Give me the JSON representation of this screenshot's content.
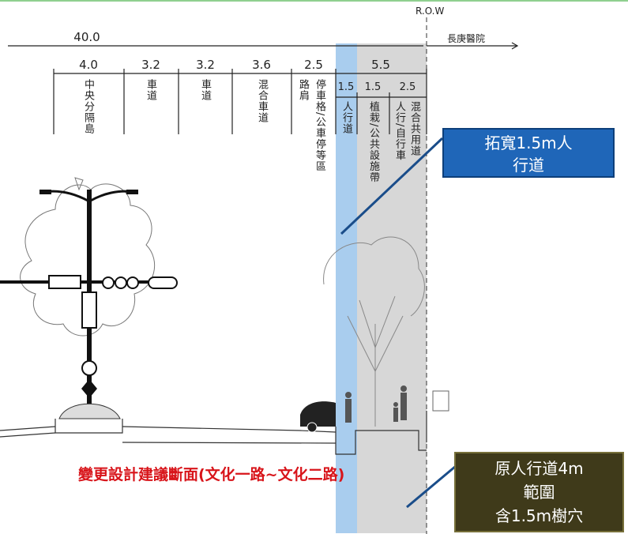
{
  "row_label": "R.O.W",
  "hospital": "長庚醫院",
  "dimensions": {
    "total": "40.0",
    "lanes": [
      "4.0",
      "3.2",
      "3.2",
      "3.6",
      "2.5"
    ],
    "sidewalk_total": "5.5",
    "sidewalk_parts": [
      "1.5",
      "1.5",
      "2.5"
    ]
  },
  "lane_names": {
    "median": "中央分隔島",
    "lane1": "車道",
    "lane2": "車道",
    "mixed": "混合車道",
    "shoulder": "路肩",
    "parking": "停車格/公車停等區",
    "walkway": "人行道",
    "planting": "植栽/公共設施帶",
    "ped_bike": "人行/自行車",
    "shared": "混合共用道"
  },
  "callouts": {
    "widen_line1": "拓寬1.5m人",
    "widen_line2": "行道",
    "orig_line1": "原人行道4m",
    "orig_line2": "範圍",
    "orig_line3": "含1.5m樹穴"
  },
  "title": "變更設計建議斷面(文化一路~文化二路)",
  "colors": {
    "new_walkway_band": "#a9cdee",
    "existing_band": "#d7d7d7",
    "callout_blue": "#1f66b8",
    "callout_olive": "#3f3a1a",
    "title_red": "#d8141a"
  }
}
